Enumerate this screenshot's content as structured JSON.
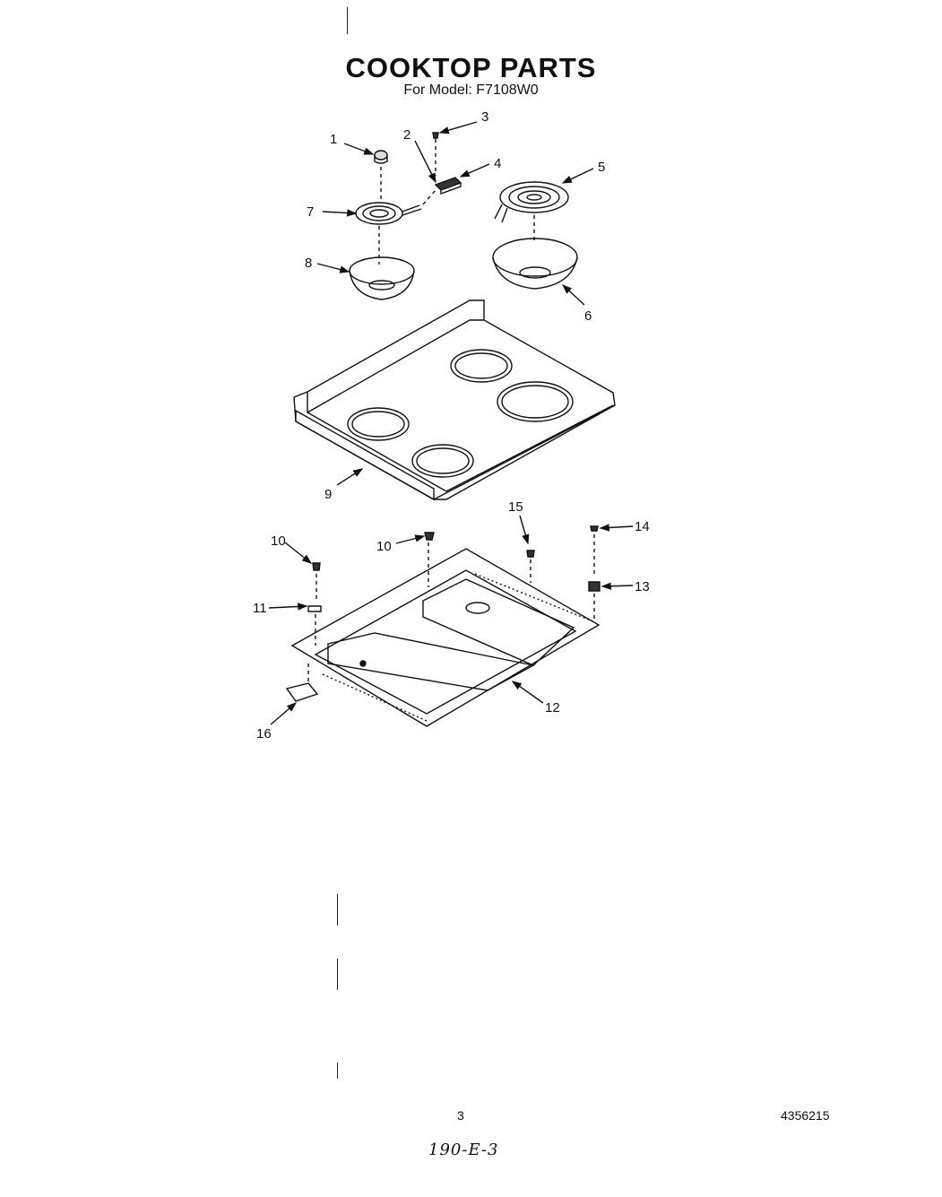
{
  "header": {
    "title": "COOKTOP PARTS",
    "subtitle": "For Model: F7108W0"
  },
  "callouts": [
    {
      "id": "c1",
      "label": "1"
    },
    {
      "id": "c2",
      "label": "2"
    },
    {
      "id": "c3",
      "label": "3"
    },
    {
      "id": "c4",
      "label": "4"
    },
    {
      "id": "c5",
      "label": "5"
    },
    {
      "id": "c6",
      "label": "6"
    },
    {
      "id": "c7",
      "label": "7"
    },
    {
      "id": "c8",
      "label": "8"
    },
    {
      "id": "c9",
      "label": "9"
    },
    {
      "id": "c10a",
      "label": "10"
    },
    {
      "id": "c10b",
      "label": "10"
    },
    {
      "id": "c11",
      "label": "11"
    },
    {
      "id": "c12",
      "label": "12"
    },
    {
      "id": "c13",
      "label": "13"
    },
    {
      "id": "c14",
      "label": "14"
    },
    {
      "id": "c15",
      "label": "15"
    },
    {
      "id": "c16",
      "label": "16"
    }
  ],
  "footer": {
    "page_number": "3",
    "document_number": "4356215",
    "handwritten_note": "190-E-3"
  }
}
